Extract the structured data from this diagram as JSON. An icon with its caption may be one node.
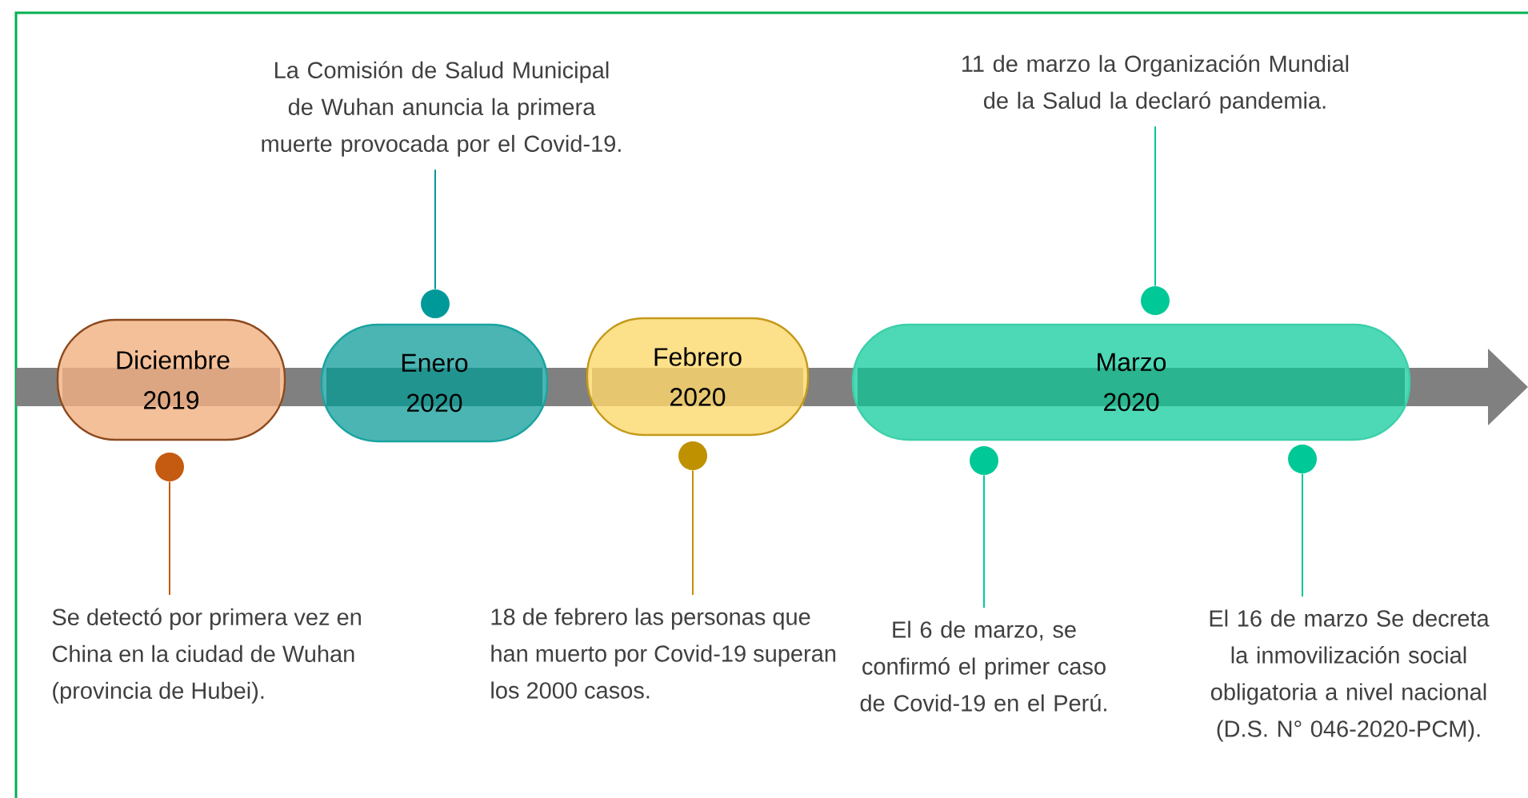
{
  "diagram": {
    "nodes": [
      {
        "text": [
          "Diciembre 2019"
        ]
      },
      {
        "text": [
          "Enero 2020"
        ]
      },
      {
        "text": [
          "Febrero 2020"
        ]
      },
      {
        "text": [
          "Marzo 2020"
        ]
      },
      {
        "text": [
          "La Comisión de Salud Municipal de Wuhan anuncia la primera muerte provocada por el Covid-19."
        ]
      },
      {
        "text": [],
        "shape": "circle"
      },
      {
        "text": [
          "11 de marzo la Organización Mundial de la Salud la declaró pandemia."
        ]
      },
      {
        "text": [],
        "shape": "circle"
      },
      {
        "text": [],
        "shape": "circle"
      },
      {
        "text": [
          "Se detectó por primera vez en China en la ciudad de Wuhan (provincia de Hubei)."
        ]
      },
      {
        "text": [],
        "shape": "circle"
      },
      {
        "text": [
          "18 de febrero las personas que han muerto por Covid-19 superan los 2000 casos."
        ]
      },
      {
        "text": [],
        "shape": "circle"
      },
      {
        "text": [
          "El 6 de marzo, se confirmó el primer caso de Covid-19 en el Perú."
        ]
      },
      {
        "text": [],
        "shape": "circle"
      },
      {
        "text": [
          "El 16 de marzo Se decreta la inmovilización social obligatoria a nivel nacional (D.S. N° 046-2020-PCM)."
        ]
      }
    ],
    "edges": [
      {
        "from": 4,
        "to": 5,
        "arrow": "none",
        "color": "#009999"
      },
      {
        "from": 6,
        "to": 7,
        "arrow": "none"
      },
      {
        "from": 9,
        "to": 8,
        "arrow": "none",
        "color": "#c55a11"
      },
      {
        "from": 11,
        "to": 10,
        "arrow": "none",
        "color": "#bf9000"
      },
      {
        "from": 13,
        "to": 12,
        "arrow": "none"
      },
      {
        "from": 15,
        "to": 14,
        "arrow": "none"
      }
    ]
  }
}
